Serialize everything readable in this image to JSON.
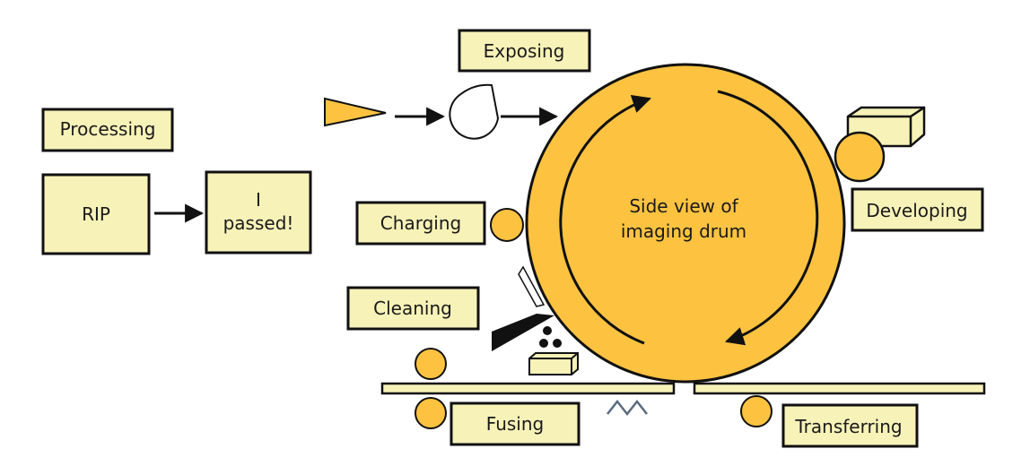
{
  "colors": {
    "label_fill": "#f7f2b8",
    "drum_fill": "#fdc340",
    "outline": "#111111",
    "toner": "#111111",
    "fuser_heater": "#5a6b80"
  },
  "labels": {
    "exposing": "Exposing",
    "processing": "Processing",
    "rip": "RIP",
    "passed_line1": "I",
    "passed_line2": "passed!",
    "charging": "Charging",
    "developing": "Developing",
    "cleaning": "Cleaning",
    "fusing": "Fusing",
    "transferring": "Transferring",
    "drum_line1": "Side view of",
    "drum_line2": "imaging drum"
  }
}
